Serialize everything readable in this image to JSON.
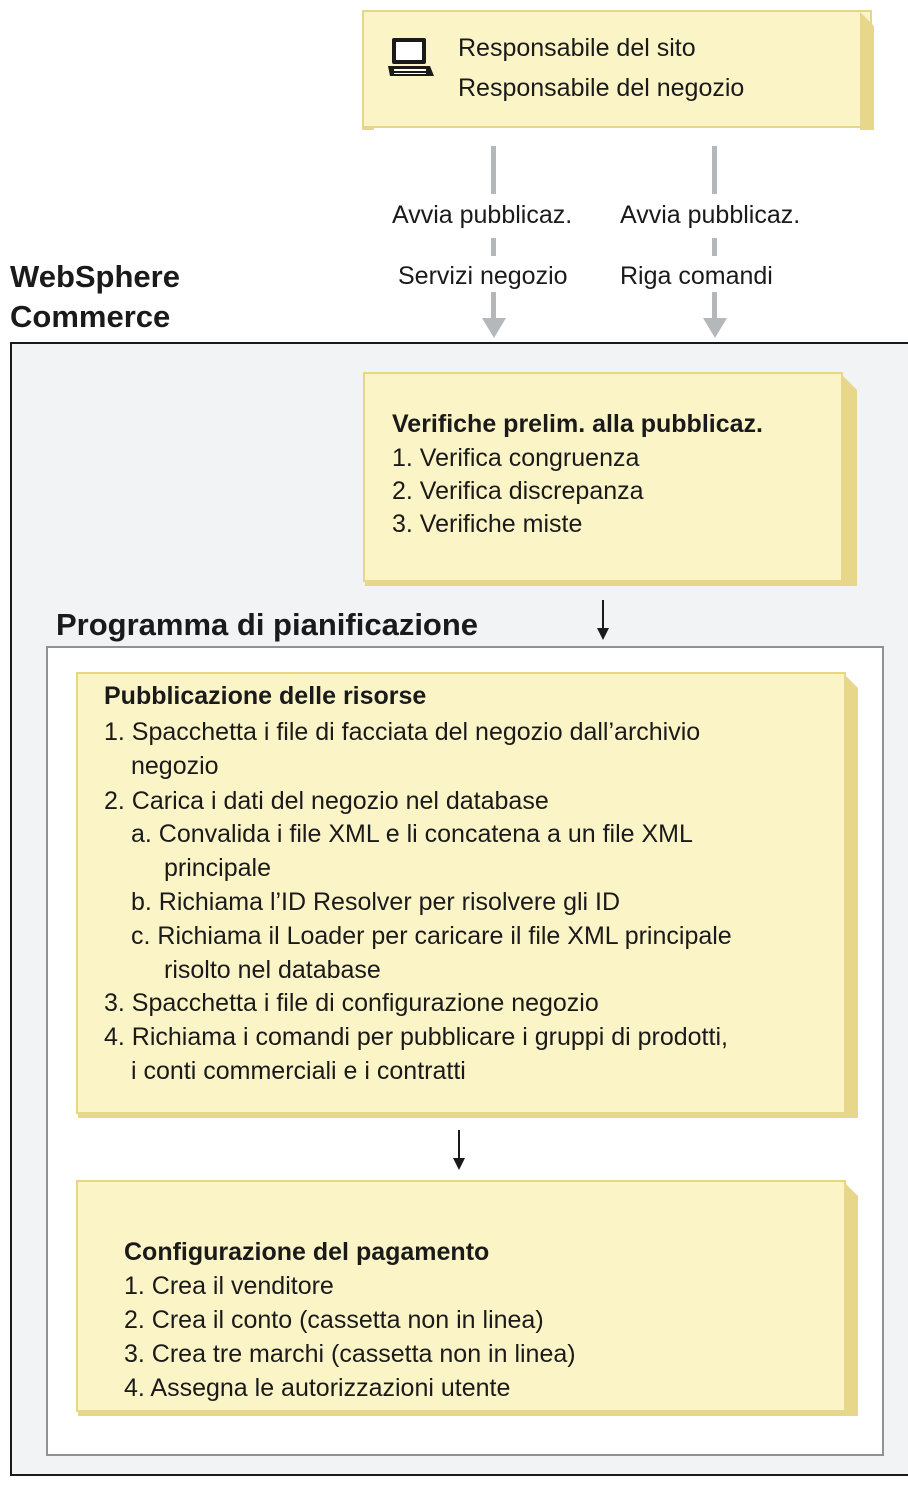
{
  "user_box": {
    "icon": "laptop-icon",
    "lines": [
      "Responsabile del sito",
      "Responsabile del negozio"
    ]
  },
  "entry_points": [
    {
      "line1": "Avvia pubblicaz.",
      "line2": "Servizi negozio"
    },
    {
      "line1": "Avvia pubblicaz.",
      "line2": "Riga comandi"
    }
  ],
  "system": {
    "title_line1": "WebSphere",
    "title_line2": "Commerce"
  },
  "prechecks": {
    "title": "Verifiche prelim. alla pubblicaz.",
    "items": [
      "1. Verifica congruenza",
      "2. Verifica discrepanza",
      "3. Verifiche miste"
    ]
  },
  "scheduler": {
    "title": "Programma di pianificazione"
  },
  "resources": {
    "title": "Pubblicazione delle risorse",
    "lines": [
      "1. Spacchetta i file di facciata del negozio dall’archivio",
      "negozio",
      "2. Carica i dati del negozio nel database",
      "a. Convalida i file XML e li concatena a un file XML",
      "principale",
      "b. Richiama l’ID Resolver per risolvere gli ID",
      "c. Richiama il Loader per caricare il file XML principale",
      "risolto nel database",
      "3. Spacchetta i file di configurazione negozio",
      "4. Richiama i comandi per pubblicare i gruppi di prodotti,",
      "i conti commerciali e i contratti"
    ]
  },
  "payment": {
    "title": "Configurazione del pagamento",
    "items": [
      "1. Crea il venditore",
      "2. Crea il conto (cassetta non in linea)",
      "3. Crea tre marchi (cassetta non in linea)",
      "4. Assegna le autorizzazioni utente"
    ]
  },
  "colors": {
    "box_fill": "#fbf4c6",
    "box_border": "#e7d686",
    "container_fill": "#f2f3f5",
    "connector_gray": "#b5b8bb"
  }
}
